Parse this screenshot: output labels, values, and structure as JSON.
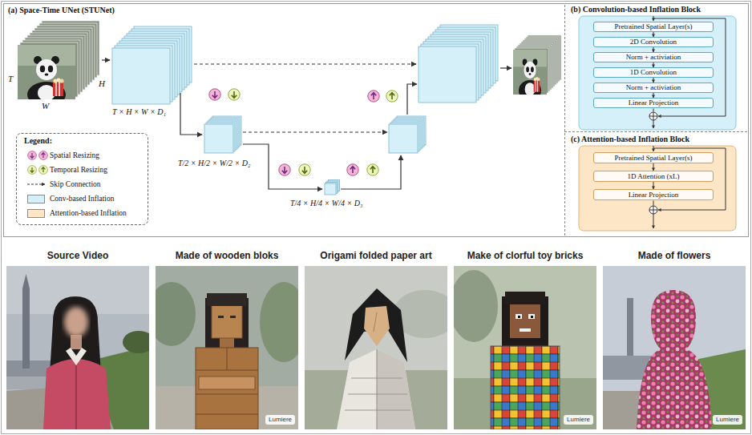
{
  "diagram": {
    "nodes": [
      {
        "text": [
          "(b) Convolution-based Inflation Block"
        ]
      },
      {
        "text": [
          "Pretrained Spatial Layer(s)"
        ],
        "in": 0
      },
      {
        "text": [
          "2D Convolution"
        ],
        "in": 0
      },
      {
        "text": [
          "Norm + activiation"
        ],
        "in": 0
      },
      {
        "text": [
          "1D Convolution"
        ],
        "in": 0
      },
      {
        "text": [
          "Norm + activiation"
        ],
        "in": 0
      },
      {
        "text": [
          "Linear Projection"
        ],
        "in": 0
      },
      {
        "text": [
          "(c) Attention-based Inflation Block"
        ]
      },
      {
        "text": [
          "Pretrained Spatial Layer(s)"
        ],
        "in": 7
      },
      {
        "text": [
          "1D Attention (xL)"
        ],
        "in": 7
      },
      {
        "text": [
          "Linear Projection"
        ],
        "in": 7
      }
    ],
    "edges": [
      {
        "from": 1,
        "to": 2,
        "arrow": "to"
      },
      {
        "from": 2,
        "to": 3,
        "arrow": "to"
      },
      {
        "from": 3,
        "to": 4,
        "arrow": "to"
      },
      {
        "from": 4,
        "to": 5,
        "arrow": "to"
      },
      {
        "from": 5,
        "to": 6,
        "arrow": "to"
      },
      {
        "from": 8,
        "to": 9,
        "arrow": "to"
      },
      {
        "from": 9,
        "to": 10,
        "arrow": "to"
      }
    ],
    "labels": [
      "(a) Space-Time UNet (STUNet)",
      "T",
      "W",
      "H",
      "T × H × W × D₁",
      "T/2 × H/2 × W/2 × D₂",
      "T/4 × H/4 × W/4 × D₃",
      "Legend:",
      "Source Video",
      "Made of wooden bloks",
      "Origami folded paper art",
      "Make of clorful toy bricks",
      "Made of flowers",
      "Lumiere",
      "Lumiere",
      "Lumiere"
    ],
    "legend": [
      {
        "text": "Spatial Resizing"
      },
      {
        "text": "Temporal Resizing"
      },
      {
        "text": "Skip Connection"
      },
      {
        "text": "Conv-based Inflation",
        "color": "#d6f0fa"
      },
      {
        "text": "Attention-based Inflation",
        "color": "#fde6c6"
      }
    ]
  }
}
